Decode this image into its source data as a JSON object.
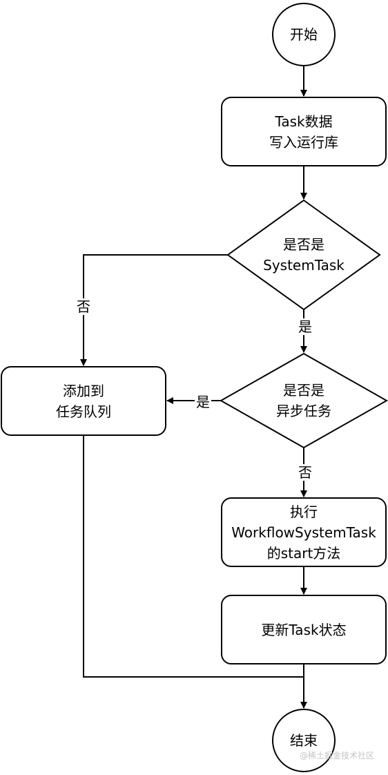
{
  "nodes": {
    "start": "开始",
    "write_db": "Task数据\n写入运行库",
    "is_system_task": "是否是\nSystemTask",
    "add_queue": "添加到\n任务队列",
    "is_async": "是否是\n异步任务",
    "exec_start": "执行\nWorkflowSystemTask\n的start方法",
    "update_status": "更新Task状态",
    "end": "结束"
  },
  "edges": {
    "system_yes": "是",
    "system_no": "否",
    "async_yes": "是",
    "async_no": "否"
  },
  "watermark": "@稀土掘金技术社区",
  "colors": {
    "stroke": "#000000",
    "fill": "#ffffff"
  }
}
